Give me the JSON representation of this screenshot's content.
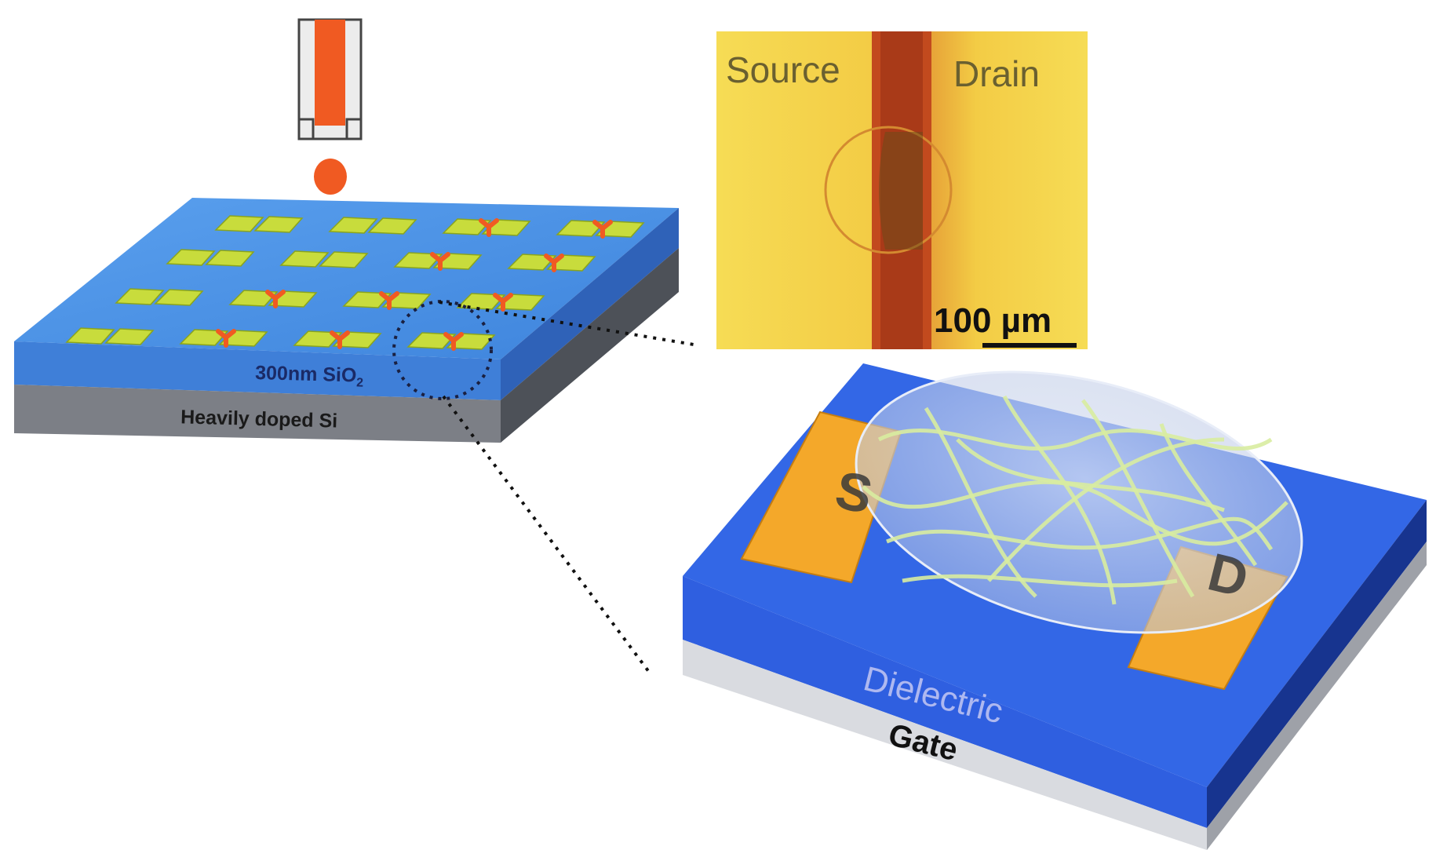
{
  "labels": {
    "sio2": "300nm SiO",
    "sio2_sub": "2",
    "si": "Heavily doped Si",
    "source": "Source",
    "drain": "Drain",
    "scale": "100 µm",
    "dielectric": "Dielectric",
    "gate": "Gate",
    "s_electrode": "S",
    "d_electrode": "D"
  },
  "colors": {
    "sio2_blue": "#4f93e6",
    "si_gray": "#7c7f86",
    "pad_yellow": "#c8dc3c",
    "ink_orange": "#f05a22",
    "micro_yellow": "#f4d24a",
    "channel_brown": "#b8441e",
    "device_blue": "#2f5fe0",
    "gold": "#f4a82a",
    "gate_gray": "#d9dbe0"
  },
  "icons": {
    "nozzle": "inkjet-nozzle-icon",
    "droplet": "ink-droplet-icon"
  }
}
